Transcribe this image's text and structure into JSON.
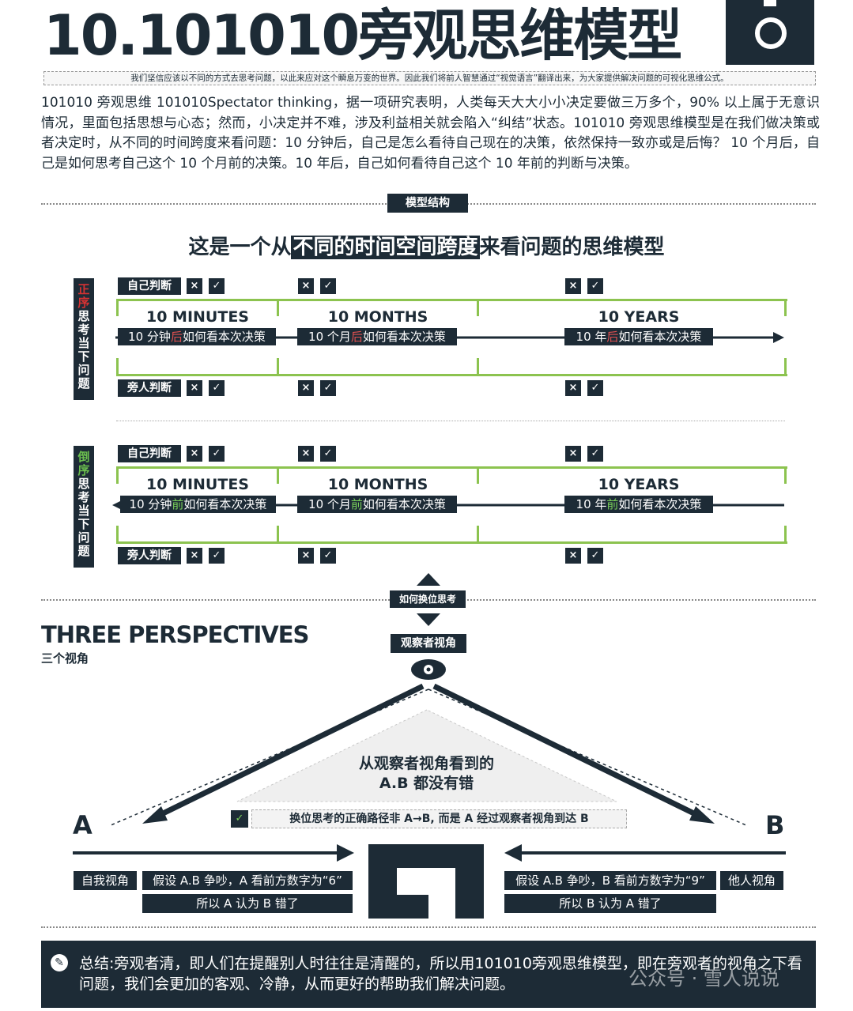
{
  "header": {
    "title": "10.101010旁观思维模型",
    "subtitle": "我们坚信应该以不同的方式去思考问题，以此来应对这个瞬息万变的世界。因此我们将前人智慧通过“视觉语言”翻译出来，为大家提供解决问题的可视化思维公式。",
    "intro": "101010 旁观思维 101010Spectator thinking，据一项研究表明，人类每天大大小小决定要做三万多个，90% 以上属于无意识情况，里面包括思想与心态；然而，小决定并不难，涉及利益相关就会陷入“纠结”状态。101010 旁观思维模型是在我们做决策或者决定时，从不同的时间跨度来看问题：10 分钟后，自己是怎么看待自己现在的决策，依然保持一致亦或是后悔？ 10 个月后，自己是如何思考自己这个 10 个月前的决策。10 年后，自己如何看待自己这个 10 年前的判断与决策。"
  },
  "structure_tag": "模型结构",
  "headline": {
    "pre": "这是一个从",
    "highlight": "不同的时间空间跨度",
    "post": "来看问题的思维模型"
  },
  "marks": {
    "x": "×",
    "check": "✓"
  },
  "forward": {
    "side_label": {
      "accent": "正序",
      "rest": "思考当下问题"
    },
    "self_label": "自己判断",
    "other_label": "旁人判断",
    "spans": [
      {
        "title": "10 MINUTES",
        "pre": "10 分钟",
        "key": "后",
        "post": "如何看本次决策"
      },
      {
        "title": "10 MONTHS",
        "pre": "10 个月",
        "key": "后",
        "post": "如何看本次决策"
      },
      {
        "title": "10 YEARS",
        "pre": "10 年",
        "key": "后",
        "post": "如何看本次决策"
      }
    ]
  },
  "backward": {
    "side_label": {
      "accent": "倒序",
      "rest": "思考当下问题"
    },
    "self_label": "自己判断",
    "other_label": "旁人判断",
    "spans": [
      {
        "title": "10 MINUTES",
        "pre": "10 分钟",
        "key": "前",
        "post": "如何看本次决策"
      },
      {
        "title": "10 MONTHS",
        "pre": "10 个月",
        "key": "前",
        "post": "如何看本次决策"
      },
      {
        "title": "10 YEARS",
        "pre": "10 年",
        "key": "前",
        "post": "如何看本次决策"
      }
    ]
  },
  "switch_tag": "如何换位思考",
  "perspectives": {
    "title": "THREE PERSPECTIVES",
    "subtitle": "三个视角",
    "observer_tag": "观察者视角",
    "observer_line1": "从观察者视角看到的",
    "observer_line2": "A.B 都没有错",
    "path_note": "换位思考的正确路径非 A→B, 而是 A 经过观察者视角到达 B",
    "left_letter": "A",
    "right_letter": "B",
    "self_view": "自我视角",
    "left_assume": "假设 A.B 争吵，A 看前方数字为“6”",
    "left_result": "所以 A 认为 B 错了",
    "right_assume": "假设 A.B 争吵，B 看前方数字为“9”",
    "other_view": "他人视角",
    "right_result": "所以 B 认为 A 错了"
  },
  "footer": {
    "summary": "总结:旁观者清，即人们在提醒别人时往往是清醒的，所以用101010旁观思维模型，即在旁观者的视角之下看问题，我们会更加的客观、冷静，从而更好的帮助我们解决问题。",
    "watermark": "公众号 · 雪人说说"
  },
  "colors": {
    "navy": "#1d2b36",
    "green": "#8cc34f",
    "red": "#d63333"
  }
}
